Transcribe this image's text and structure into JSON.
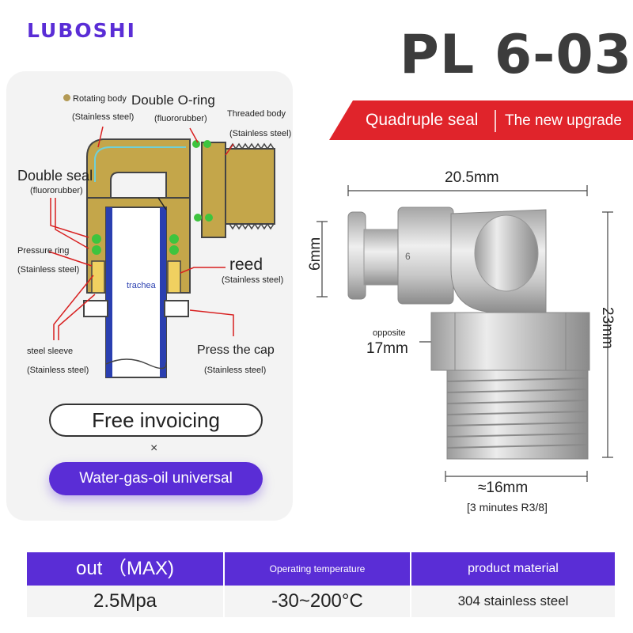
{
  "brand": "LUBOSHI",
  "model": "PL 6-03",
  "banner": {
    "left": "Quadruple seal",
    "right": "The new upgrade",
    "color": "#e0242b"
  },
  "diagram": {
    "rotating_body": "Rotating body",
    "rotating_body_mat": "(Stainless steel)",
    "double_oring": "Double O-ring",
    "double_oring_mat": "(fluororubber)",
    "threaded_body": "Threaded body",
    "threaded_body_mat": "(Stainless steel)",
    "double_seal": "Double seal",
    "double_seal_mat": "(fluororubber)",
    "pressure_ring": "Pressure ring",
    "pressure_ring_mat": "(Stainless steel)",
    "trachea": "trachea",
    "reed": "reed",
    "reed_mat": "(Stainless steel)",
    "steel_sleeve": "steel sleeve",
    "steel_sleeve_mat": "(Stainless steel)",
    "press_cap": "Press the cap",
    "press_cap_mat": "(Stainless steel)"
  },
  "pills": {
    "free_invoicing": "Free invoicing",
    "times": "×",
    "universal": "Water-gas-oil universal"
  },
  "dimensions": {
    "top": "20.5mm",
    "left": "6mm",
    "right": "23mm",
    "opposite": "opposite",
    "hex": "17mm",
    "bottom": "≈16mm",
    "thread": "[3 minutes R3/8]"
  },
  "specs": [
    {
      "header": "out （MAX)",
      "value": "2.5Mpa"
    },
    {
      "header": "Operating temperature",
      "value": "-30~200°C"
    },
    {
      "header": "product material",
      "value": "304 stainless steel"
    }
  ],
  "accent": "#5a2dd6"
}
